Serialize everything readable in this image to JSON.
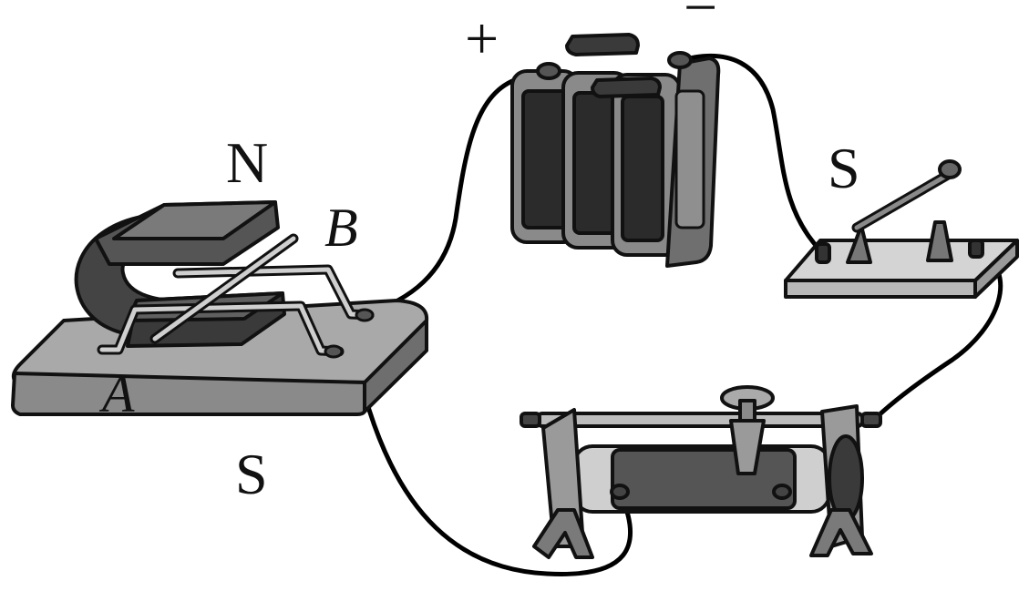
{
  "labels": {
    "magnet_north": "N",
    "magnet_south": "S",
    "rod_end_a": "A",
    "rod_end_b": "B",
    "battery_positive": "+",
    "battery_negative": "−",
    "switch": "S"
  },
  "colors": {
    "outline": "#111111",
    "wire": "#000000",
    "magnet": "#3a3a3a",
    "base": "#8f8f8f",
    "battery": "#7a7a7a",
    "battery_grille": "#2b2b2b",
    "switch_board": "#d4d4d4",
    "rheostat_body": "#bdbdbd",
    "coil": "#444444"
  }
}
